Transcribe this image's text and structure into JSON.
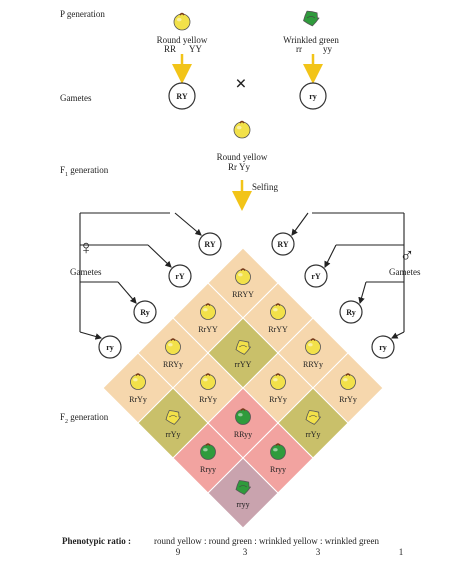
{
  "left_labels": {
    "p_generation": "P generation",
    "gametes": "Gametes",
    "f1_prefix": "F",
    "f1_sub": "1",
    "f1_suffix": " generation",
    "f2_prefix": "F",
    "f2_sub": "2",
    "f2_suffix": " generation"
  },
  "parents": [
    {
      "phenotype": "Round yellow",
      "genotype_a": "RR",
      "genotype_b": "YY",
      "gamete": "RY"
    },
    {
      "phenotype": "Wrinkled green",
      "genotype_a": "rr",
      "genotype_b": "yy",
      "gamete": "ry"
    }
  ],
  "cross_symbol": "×",
  "f1": {
    "phenotype": "Round yellow",
    "genotype": "Rr Yy"
  },
  "selfing": "Selfing",
  "female": {
    "symbol": "♀",
    "label": "Gametes"
  },
  "male": {
    "symbol": "♂",
    "label": "Gametes"
  },
  "gametes": [
    "RY",
    "rY",
    "Ry",
    "ry"
  ],
  "punnett": [
    [
      "RRYY",
      "RrYY",
      "RRYy",
      "RrYy"
    ],
    [
      "RrYY",
      "rrYY",
      "RrYy",
      "rrYy"
    ],
    [
      "RRYy",
      "RrYy",
      "RRyy",
      "Rryy"
    ],
    [
      "RrYy",
      "rrYy",
      "Rryy",
      "rryy"
    ]
  ],
  "colors": {
    "round_yellow_bg": "#f6d7ad",
    "wrinkled_yellow_bg": "#c9c06a",
    "round_green_bg": "#f2a3a0",
    "wrinkled_green_bg": "#c9a3ae",
    "arrow": "#f2c418",
    "yellow_pea": "#f2e14a",
    "green_pea": "#2f9b3c"
  },
  "ratio": {
    "label": "Phenotypic ratio :",
    "text": "round yellow : round green : wrinkled yellow : wrinkled green",
    "values": [
      "9",
      "3",
      "3",
      "1"
    ]
  }
}
